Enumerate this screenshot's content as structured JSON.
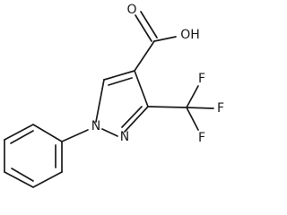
{
  "molecule": {
    "atoms": {
      "carbonyl_oxygen": "O",
      "hydroxyl": "OH",
      "ring_nitrogen_1": "N",
      "ring_nitrogen_2": "N",
      "fluorine_top": "F",
      "fluorine_right": "F",
      "fluorine_bottom": "F"
    }
  }
}
